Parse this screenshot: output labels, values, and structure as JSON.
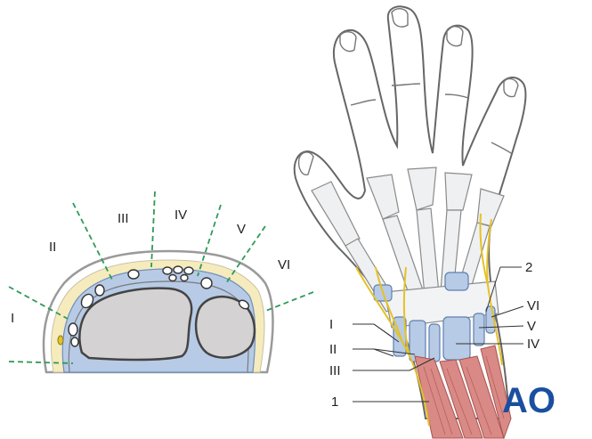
{
  "cross_section": {
    "compartment_labels": [
      "I",
      "II",
      "III",
      "IV",
      "V",
      "VI"
    ]
  },
  "hand_view": {
    "callouts": {
      "label_2": "2",
      "label_VI": "VI",
      "label_V": "V",
      "label_IV": "IV",
      "label_I": "I",
      "label_II": "II",
      "label_III": "III",
      "label_1": "1"
    }
  },
  "logo": {
    "text": "AO"
  },
  "colors": {
    "sheath_blue": "#b7cbe6",
    "fat_yellow": "#f5ebbd",
    "bone_grey": "#d4d2d3",
    "nerve_yellow": "#e5c227",
    "divider_green": "#2f9a5a",
    "muscle_red": "#d98a86",
    "brand_blue": "#1a4fa0"
  }
}
